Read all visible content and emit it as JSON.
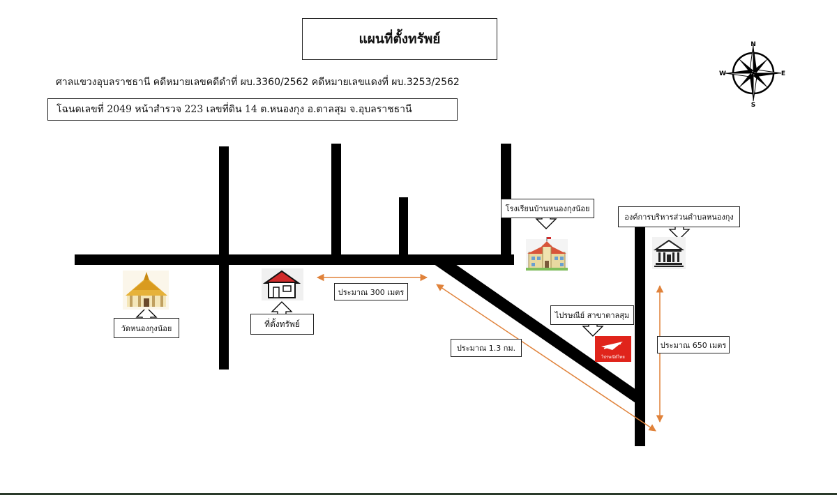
{
  "title": "แผนที่ตั้งทรัพย์",
  "court_line": "ศาลแขวงอุบลราชธานี คดีหมายเลขคดีดำที่  ผบ.3360/2562  คดีหมายเลขแดงที่ ผบ.3253/2562",
  "deed_line": "โฉนดเลขที่  2049  หน้าสำรวจ  223  เลขที่ดิน  14  ต.หนองกุง  อ.ตาลสุม  จ.อุบลราชธานี",
  "compass": {
    "n": "N",
    "s": "S",
    "e": "E",
    "w": "W"
  },
  "landmarks": {
    "temple": "วัดหนองกุงน้อย",
    "property": "ที่ตั้งทรัพย์",
    "school": "โรงเรียนบ้านหนองกุงน้อย",
    "tao": "องค์การบริหารส่วนตำบลหนองกุง",
    "post_office": "ไปรษณีย์ สาขาตาลสุม",
    "post_logo_text": "ไปรษณีย์ไทย"
  },
  "distances": {
    "d300": "ประมาณ 300 เมตร",
    "d13km": "ประมาณ 1.3 กม.",
    "d650": "ประมาณ 650 เมตร"
  },
  "colors": {
    "road": "#000000",
    "distance_arrow": "#e0823a",
    "temple_gold": "#e6b23a",
    "house_roof": "#d12a2a",
    "school_wall": "#e8d9a0",
    "school_roof": "#d8553a",
    "post_red": "#e0241b"
  }
}
